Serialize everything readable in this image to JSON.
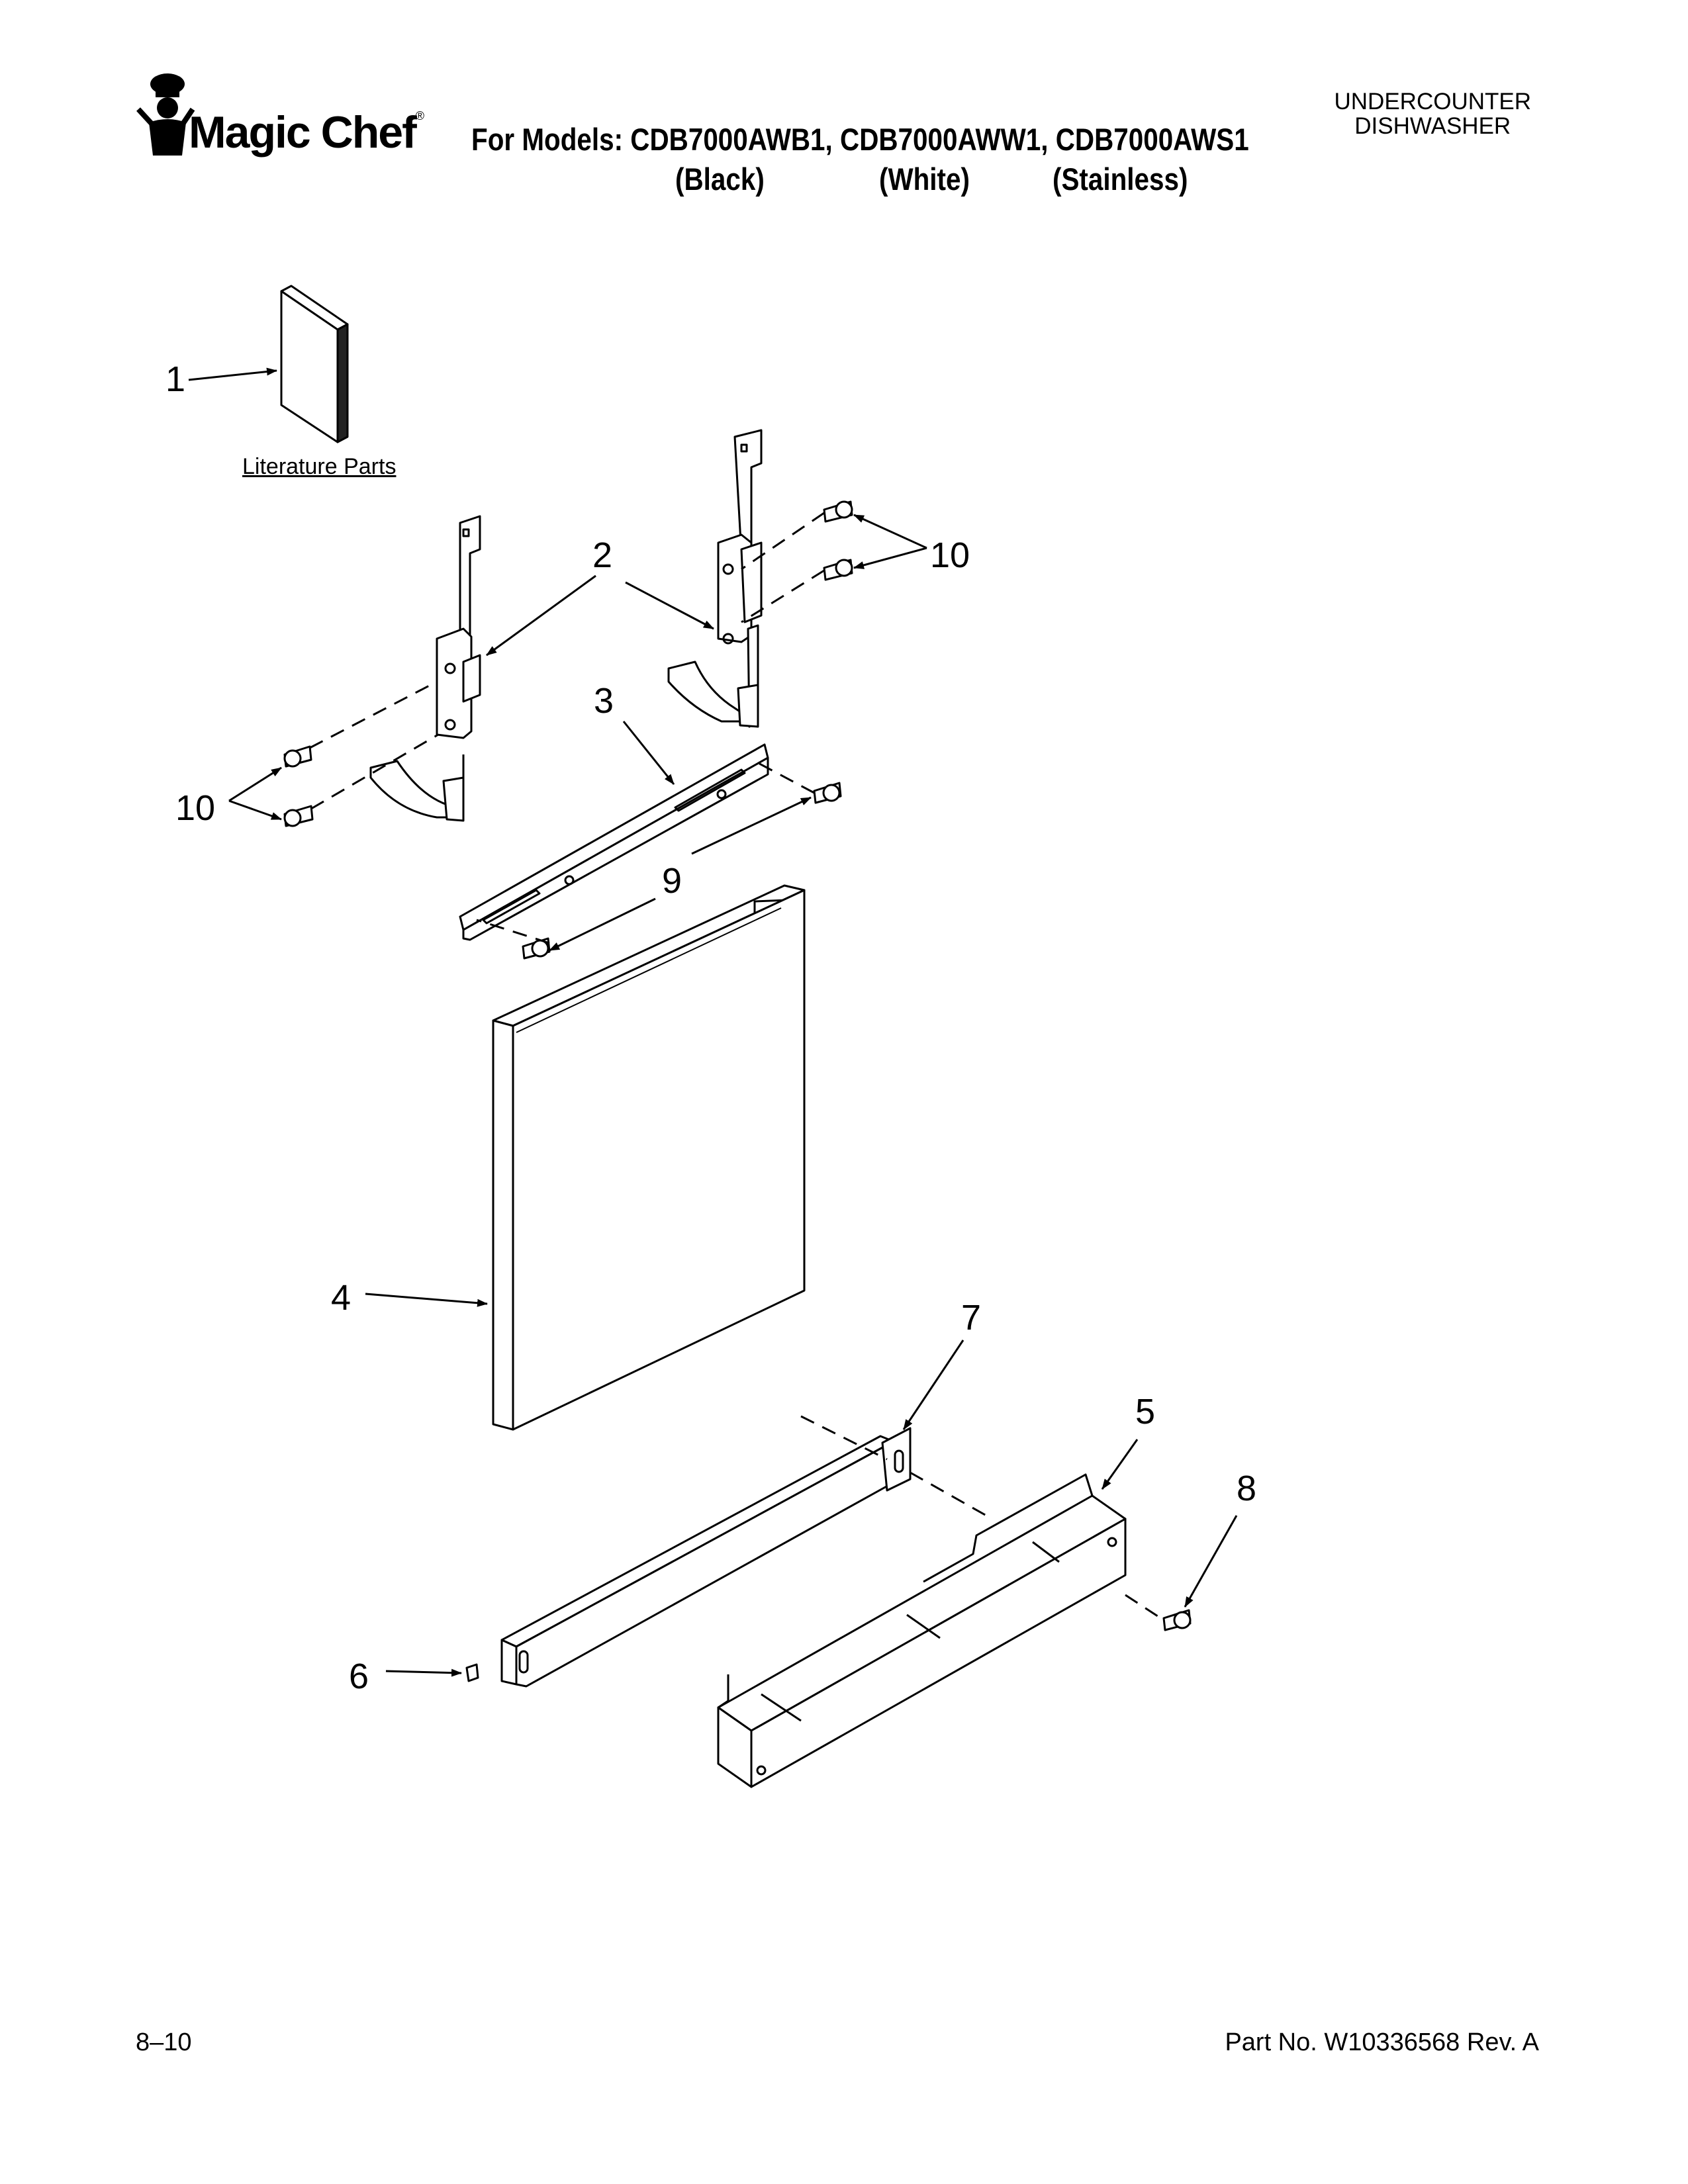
{
  "header": {
    "brand": "Magic Chef",
    "models_line": "For Models: CDB7000AWB1, CDB7000AWW1, CDB7000AWS1",
    "variants": [
      "(Black)",
      "(White)",
      "(Stainless)"
    ],
    "category_line1": "UNDERCOUNTER",
    "category_line2": "DISHWASHER"
  },
  "diagram": {
    "literature_label": "Literature Parts",
    "callouts": {
      "c1": "1",
      "c2": "2",
      "c3": "3",
      "c4": "4",
      "c5": "5",
      "c6": "6",
      "c7": "7",
      "c8": "8",
      "c9": "9",
      "c10a": "10",
      "c10b": "10"
    }
  },
  "footer": {
    "page": "8–10",
    "part_no": "Part No. W10336568 Rev. A"
  }
}
